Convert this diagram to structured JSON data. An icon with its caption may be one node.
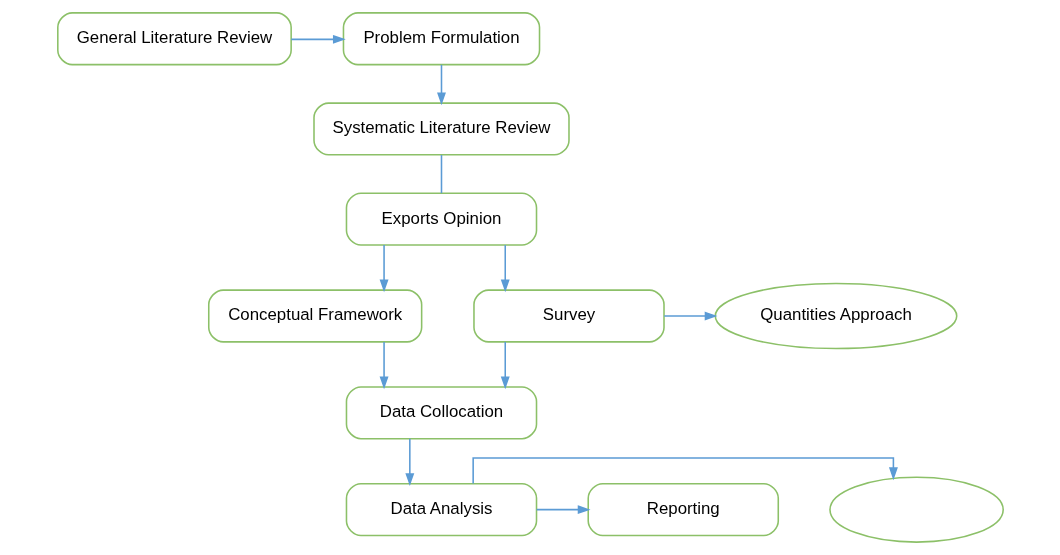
{
  "diagram": {
    "nodes": [
      {
        "text": [
          "General Literature Review"
        ]
      },
      {
        "text": [
          "Problem Formulation"
        ]
      },
      {
        "text": [
          "Systematic Literature Review"
        ]
      },
      {
        "text": [
          "Exports Opinion"
        ]
      },
      {
        "text": [
          "Conceptual Framework"
        ]
      },
      {
        "text": [
          "Survey"
        ]
      },
      {
        "text": [
          "Quantities Approach"
        ]
      },
      {
        "text": [
          "Data Collocation"
        ]
      },
      {
        "text": [],
        "shape": "ellipse"
      },
      {
        "text": [
          "Data Analysis"
        ]
      },
      {
        "text": [
          "Reporting"
        ]
      }
    ],
    "edges": [
      {
        "from": 0,
        "to": 1,
        "arrow": "to"
      },
      {
        "from": 1,
        "to": 2,
        "arrow": "to"
      },
      {
        "from": 2,
        "to": 3,
        "arrow": "none"
      },
      {
        "from": 3,
        "to": 4,
        "arrow": "to"
      },
      {
        "from": 3,
        "to": 5,
        "arrow": "to"
      },
      {
        "from": 5,
        "to": 6,
        "arrow": "to"
      },
      {
        "from": 4,
        "to": 7,
        "arrow": "to"
      },
      {
        "from": 5,
        "to": 7,
        "arrow": "to"
      },
      {
        "from": 7,
        "to": 9,
        "arrow": "to"
      },
      {
        "from": 9,
        "to": 8,
        "arrow": "to"
      },
      {
        "from": 9,
        "to": 10,
        "arrow": "to"
      }
    ]
  }
}
